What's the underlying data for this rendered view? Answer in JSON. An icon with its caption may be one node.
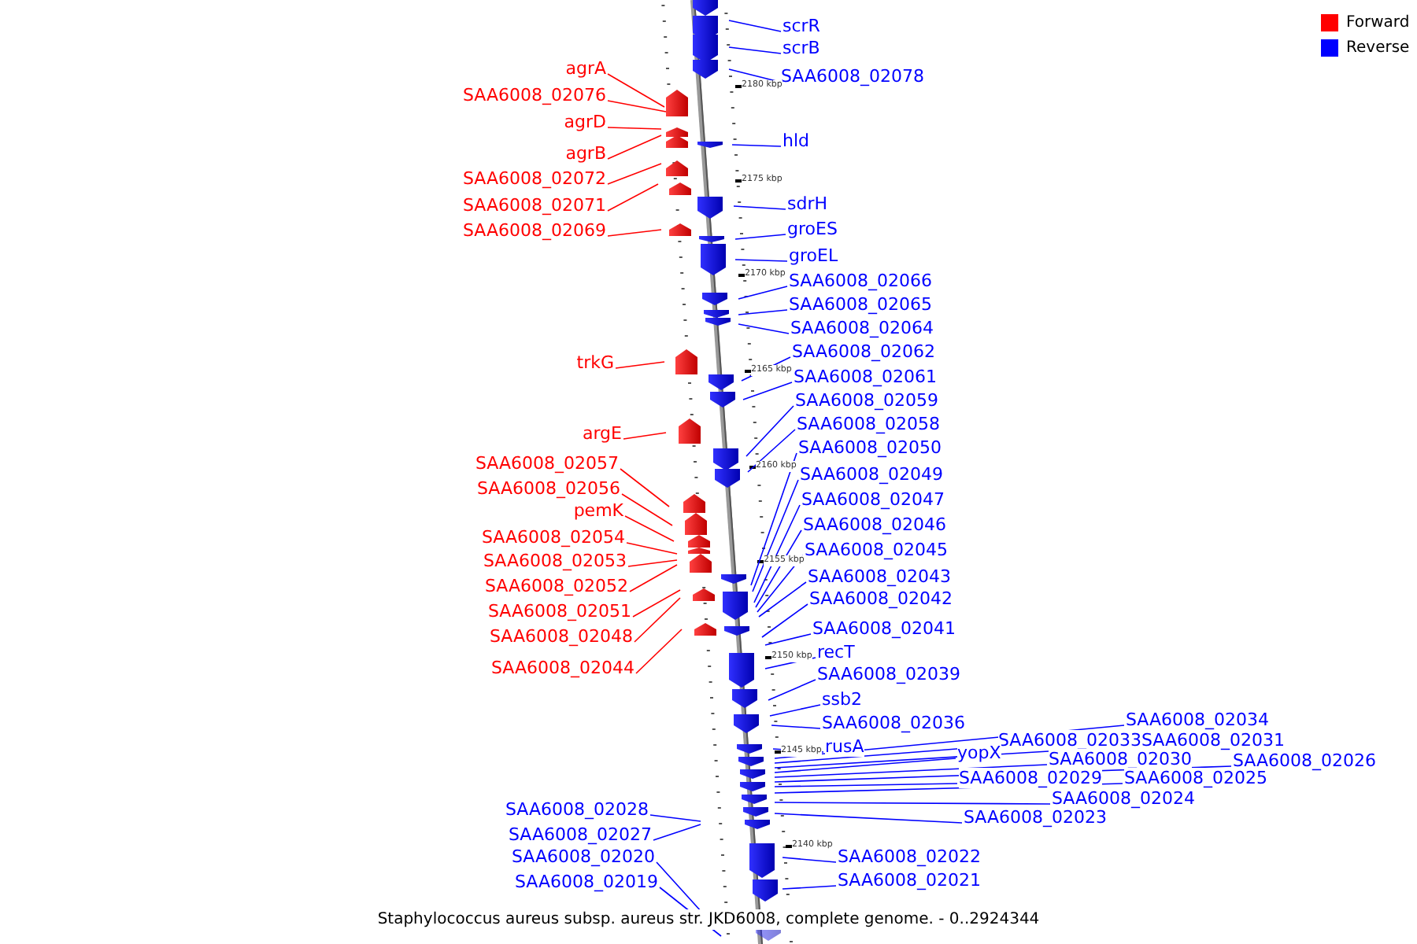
{
  "diagram": {
    "caption": "Staphylococcus aureus subsp. aureus str. JKD6008, complete genome. - 0..2924344",
    "nodes": [
      {
        "text": [
          "agrA"
        ]
      },
      {
        "text": [
          "SAA6008_02076"
        ]
      },
      {
        "text": [
          "agrD"
        ]
      },
      {
        "text": [
          "agrB"
        ]
      },
      {
        "text": [
          "SAA6008_02072"
        ]
      },
      {
        "text": [
          "SAA6008_02071"
        ]
      },
      {
        "text": [
          "SAA6008_02069"
        ]
      },
      {
        "text": [
          "trkG"
        ]
      },
      {
        "text": [
          "argE"
        ]
      },
      {
        "text": [
          "SAA6008_02057"
        ]
      },
      {
        "text": [
          "SAA6008_02056"
        ]
      },
      {
        "text": [
          "pemK"
        ]
      },
      {
        "text": [
          "SAA6008_02054"
        ]
      },
      {
        "text": [
          "SAA6008_02053"
        ]
      },
      {
        "text": [
          "SAA6008_02052"
        ]
      },
      {
        "text": [
          "SAA6008_02051"
        ]
      },
      {
        "text": [
          "SAA6008_02048"
        ]
      },
      {
        "text": [
          "SAA6008_02044"
        ]
      },
      {
        "text": [
          "SAA6008_02028"
        ]
      },
      {
        "text": [
          "SAA6008_02027"
        ]
      },
      {
        "text": [
          "SAA6008_02020"
        ]
      },
      {
        "text": [
          "SAA6008_02019"
        ]
      },
      {
        "text": [
          "scrR"
        ]
      },
      {
        "text": [
          "scrB"
        ]
      },
      {
        "text": [
          "SAA6008_02078"
        ]
      },
      {
        "text": [
          "hld"
        ]
      },
      {
        "text": [
          "sdrH"
        ]
      },
      {
        "text": [
          "groES"
        ]
      },
      {
        "text": [
          "groEL"
        ]
      },
      {
        "text": [
          "SAA6008_02066"
        ]
      },
      {
        "text": [
          "SAA6008_02065"
        ]
      },
      {
        "text": [
          "SAA6008_02064"
        ]
      },
      {
        "text": [
          "SAA6008_02062"
        ]
      },
      {
        "text": [
          "SAA6008_02061"
        ]
      },
      {
        "text": [
          "SAA6008_02059"
        ]
      },
      {
        "text": [
          "SAA6008_02058"
        ]
      },
      {
        "text": [
          "SAA6008_02050"
        ]
      },
      {
        "text": [
          "SAA6008_02049"
        ]
      },
      {
        "text": [
          "SAA6008_02047"
        ]
      },
      {
        "text": [
          "SAA6008_02046"
        ]
      },
      {
        "text": [
          "SAA6008_02045"
        ]
      },
      {
        "text": [
          "SAA6008_02043"
        ]
      },
      {
        "text": [
          "SAA6008_02042"
        ]
      },
      {
        "text": [
          "SAA6008_02041"
        ]
      },
      {
        "text": [
          "recT"
        ]
      },
      {
        "text": [
          "SAA6008_02039"
        ]
      },
      {
        "text": [
          "ssb2"
        ]
      },
      {
        "text": [
          "SAA6008_02036"
        ]
      },
      {
        "text": [
          "rusA"
        ]
      },
      {
        "text": [
          "SAA6008_02034"
        ]
      },
      {
        "text": [
          "SAA6008_02033"
        ]
      },
      {
        "text": [
          "SAA6008_02031"
        ]
      },
      {
        "text": [
          "yopX"
        ]
      },
      {
        "text": [
          "SAA6008_02030"
        ]
      },
      {
        "text": [
          "SAA6008_02026"
        ]
      },
      {
        "text": [
          "SAA6008_02029"
        ]
      },
      {
        "text": [
          "SAA6008_02025"
        ]
      },
      {
        "text": [
          "SAA6008_02024"
        ]
      },
      {
        "text": [
          "SAA6008_02023"
        ]
      },
      {
        "text": [
          "SAA6008_02022"
        ]
      },
      {
        "text": [
          "SAA6008_02021"
        ]
      },
      {
        "text": [],
        "shape": "picture"
      }
    ],
    "edges": [
      {
        "from": 0,
        "to": 61,
        "arrow": "none",
        "color": "#ff0000"
      },
      {
        "from": 1,
        "to": 61,
        "arrow": "none",
        "color": "#ff0000"
      },
      {
        "from": 2,
        "to": 61,
        "arrow": "none",
        "color": "#ff0000"
      },
      {
        "from": 3,
        "to": 61,
        "arrow": "none",
        "color": "#ff0000"
      },
      {
        "from": 4,
        "to": 61,
        "arrow": "none",
        "color": "#ff0000"
      },
      {
        "from": 5,
        "to": 61,
        "arrow": "none",
        "color": "#ff0000"
      },
      {
        "from": 6,
        "to": 61,
        "arrow": "none",
        "color": "#ff0000"
      },
      {
        "from": 7,
        "to": 61,
        "arrow": "none",
        "color": "#ff0000"
      },
      {
        "from": 8,
        "to": 61,
        "arrow": "none",
        "color": "#ff0000"
      },
      {
        "from": 9,
        "to": 61,
        "arrow": "none",
        "color": "#ff0000"
      },
      {
        "from": 10,
        "to": 61,
        "arrow": "none",
        "color": "#ff0000"
      },
      {
        "from": 11,
        "to": 61,
        "arrow": "none",
        "color": "#ff0000"
      },
      {
        "from": 12,
        "to": 61,
        "arrow": "none",
        "color": "#ff0000"
      },
      {
        "from": 13,
        "to": 61,
        "arrow": "none",
        "color": "#ff0000"
      },
      {
        "from": 14,
        "to": 61,
        "arrow": "none",
        "color": "#ff0000"
      },
      {
        "from": 15,
        "to": 61,
        "arrow": "none",
        "color": "#ff0000"
      },
      {
        "from": 16,
        "to": 61,
        "arrow": "none",
        "color": "#ff0000"
      },
      {
        "from": 17,
        "to": 61,
        "arrow": "none",
        "color": "#ff0000"
      },
      {
        "from": 18,
        "to": 61,
        "arrow": "none"
      },
      {
        "from": 19,
        "to": 61,
        "arrow": "none"
      },
      {
        "from": 20,
        "to": 61,
        "arrow": "none"
      },
      {
        "from": 21,
        "to": 61,
        "arrow": "none"
      },
      {
        "from": 22,
        "to": 61,
        "arrow": "none"
      },
      {
        "from": 23,
        "to": 61,
        "arrow": "none"
      },
      {
        "from": 24,
        "to": 61,
        "arrow": "none"
      },
      {
        "from": 25,
        "to": 61,
        "arrow": "none"
      },
      {
        "from": 26,
        "to": 61,
        "arrow": "none"
      },
      {
        "from": 27,
        "to": 61,
        "arrow": "none"
      },
      {
        "from": 28,
        "to": 61,
        "arrow": "none"
      },
      {
        "from": 29,
        "to": 61,
        "arrow": "none"
      },
      {
        "from": 30,
        "to": 61,
        "arrow": "none"
      },
      {
        "from": 31,
        "to": 61,
        "arrow": "none"
      },
      {
        "from": 32,
        "to": 61,
        "arrow": "none"
      },
      {
        "from": 33,
        "to": 61,
        "arrow": "none"
      },
      {
        "from": 34,
        "to": 61,
        "arrow": "none"
      },
      {
        "from": 35,
        "to": 61,
        "arrow": "none"
      },
      {
        "from": 36,
        "to": 61,
        "arrow": "none"
      },
      {
        "from": 37,
        "to": 61,
        "arrow": "none"
      },
      {
        "from": 38,
        "to": 61,
        "arrow": "none"
      },
      {
        "from": 39,
        "to": 61,
        "arrow": "none"
      },
      {
        "from": 40,
        "to": 61,
        "arrow": "none"
      },
      {
        "from": 41,
        "to": 61,
        "arrow": "none"
      },
      {
        "from": 42,
        "to": 61,
        "arrow": "none"
      },
      {
        "from": 43,
        "to": 61,
        "arrow": "none"
      },
      {
        "from": 44,
        "to": 61,
        "arrow": "none"
      },
      {
        "from": 45,
        "to": 61,
        "arrow": "none"
      },
      {
        "from": 46,
        "to": 61,
        "arrow": "none"
      },
      {
        "from": 47,
        "to": 61,
        "arrow": "none"
      },
      {
        "from": 48,
        "to": 61,
        "arrow": "none"
      },
      {
        "from": 49,
        "to": 61,
        "arrow": "none"
      },
      {
        "from": 50,
        "to": 61,
        "arrow": "none"
      },
      {
        "from": 51,
        "to": 61,
        "arrow": "none"
      },
      {
        "from": 52,
        "to": 61,
        "arrow": "none"
      },
      {
        "from": 53,
        "to": 61,
        "arrow": "none"
      },
      {
        "from": 54,
        "to": 61,
        "arrow": "none"
      },
      {
        "from": 55,
        "to": 61,
        "arrow": "none"
      },
      {
        "from": 56,
        "to": 61,
        "arrow": "none"
      },
      {
        "from": 57,
        "to": 61,
        "arrow": "none"
      },
      {
        "from": 58,
        "to": 61,
        "arrow": "none"
      },
      {
        "from": 59,
        "to": 61,
        "arrow": "none"
      },
      {
        "from": 60,
        "to": 61,
        "arrow": "none"
      }
    ],
    "labels": [
      "2180 kbp",
      "2175 kbp",
      "2170 kbp",
      "2165 kbp",
      "2160 kbp",
      "2155 kbp",
      "2150 kbp",
      "2145 kbp",
      "2140 kbp"
    ],
    "legend": [
      {
        "text": "Forward",
        "color": "#ff0000"
      },
      {
        "text": "Reverse",
        "color": "#0000ff"
      }
    ]
  }
}
